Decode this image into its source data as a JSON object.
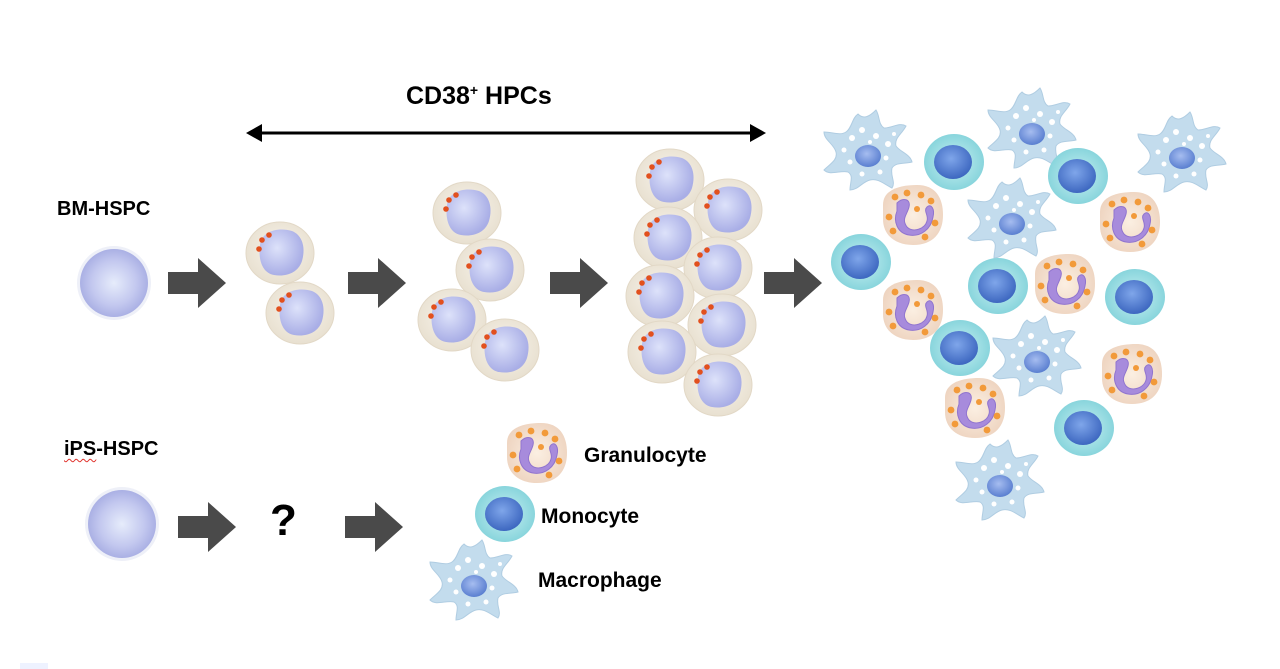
{
  "title_main": "CD38",
  "title_sup": "+",
  "title_rest": " HPCs",
  "bm_label": "BM-HSPC",
  "ips_prefix": "iPS",
  "ips_rest": "-HSPC",
  "unknown_mark": "?",
  "legend": {
    "granulocyte": "Granulocyte",
    "monocyte": "Monocyte",
    "macrophage": "Macrophage"
  },
  "colors": {
    "arrow": "#4a4a4a",
    "stem_cell": "#c9cdf0",
    "progenitor_halo": "#efe8dc",
    "progenitor_nucleus": "#b8bced",
    "granule": "#e2501e",
    "granulocyte_nucleus": "#a78bdc",
    "monocyte_body": "#8fd8de",
    "monocyte_nucleus": "#4a78cc",
    "macrophage_body": "#c3dced",
    "macrophage_nucleus": "#6b8fd8"
  },
  "icons": [
    "double-headed-arrow",
    "block-arrow-right"
  ]
}
